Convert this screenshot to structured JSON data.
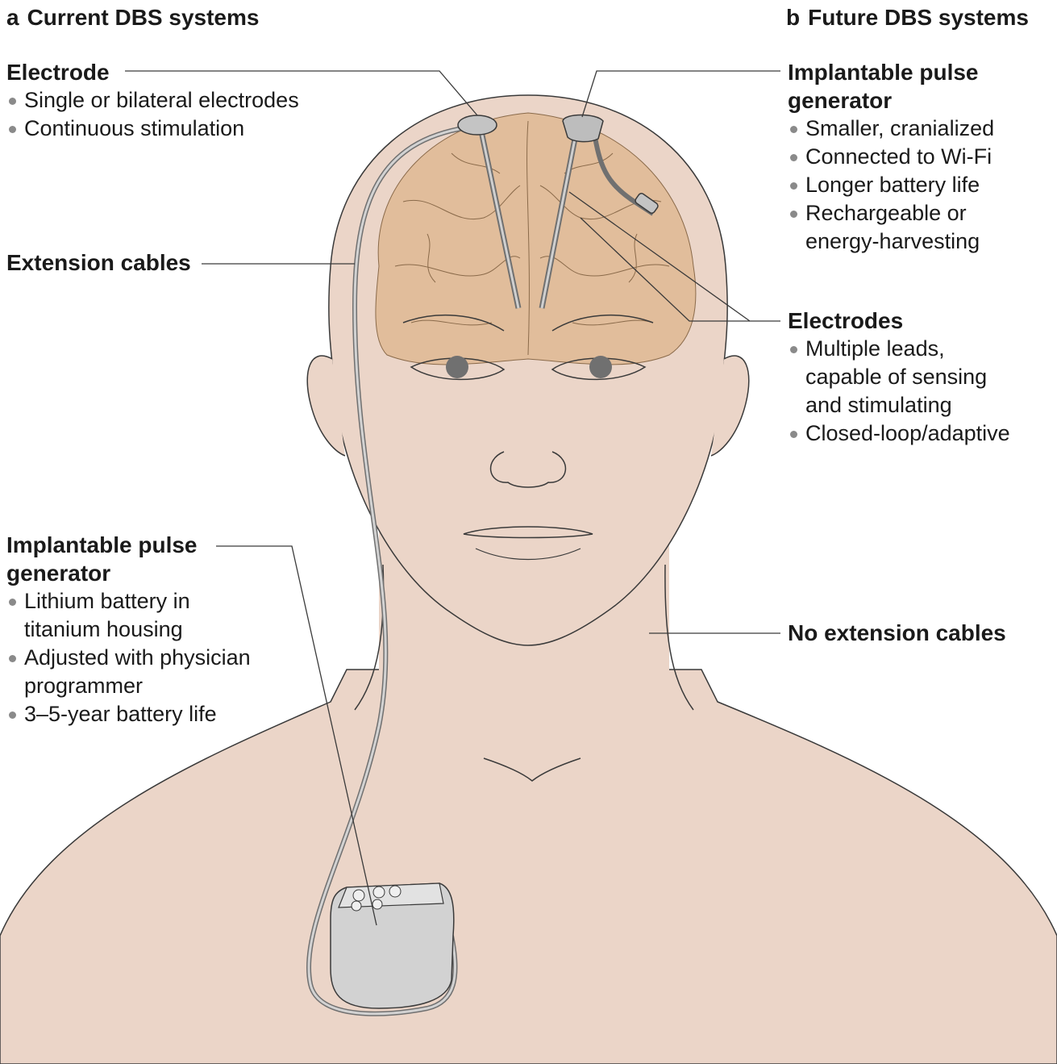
{
  "panels": {
    "a": {
      "letter": "a",
      "title": "Current DBS systems"
    },
    "b": {
      "letter": "b",
      "title": "Future DBS systems"
    }
  },
  "current": {
    "electrode": {
      "title": "Electrode",
      "bullets": [
        "Single or bilateral electrodes",
        "Continuous stimulation"
      ]
    },
    "extension": {
      "title": "Extension cables"
    },
    "ipg": {
      "title_line1": "Implantable pulse",
      "title_line2": "generator",
      "bullets": [
        [
          "Lithium battery in",
          "titanium housing"
        ],
        [
          "Adjusted with physician",
          "programmer"
        ],
        [
          "3–5-year battery life"
        ]
      ]
    }
  },
  "future": {
    "ipg": {
      "title_line1": "Implantable pulse",
      "title_line2": "generator",
      "bullets": [
        [
          "Smaller, cranialized"
        ],
        [
          "Connected to Wi-Fi"
        ],
        [
          "Longer battery life"
        ],
        [
          "Rechargeable or",
          "energy-harvesting"
        ]
      ]
    },
    "electrodes": {
      "title": "Electrodes",
      "bullets": [
        [
          "Multiple leads,",
          "capable of sensing",
          "and stimulating"
        ],
        [
          "Closed-loop/adaptive"
        ]
      ]
    },
    "no_extension": {
      "title": "No extension cables"
    }
  },
  "colors": {
    "skin": "#ebd5c8",
    "brain": "#ddb48c",
    "device": "#d2d2d2",
    "outline": "#3a3a3a"
  }
}
